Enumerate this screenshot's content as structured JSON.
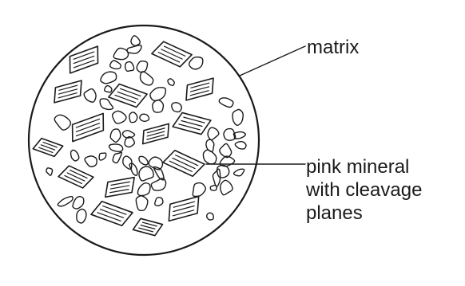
{
  "labels": {
    "matrix": "matrix",
    "pink_mineral": [
      "pink mineral",
      "with cleavage",
      "planes"
    ]
  },
  "colors": {
    "ink": "#1a1a1a",
    "background": "#ffffff"
  }
}
